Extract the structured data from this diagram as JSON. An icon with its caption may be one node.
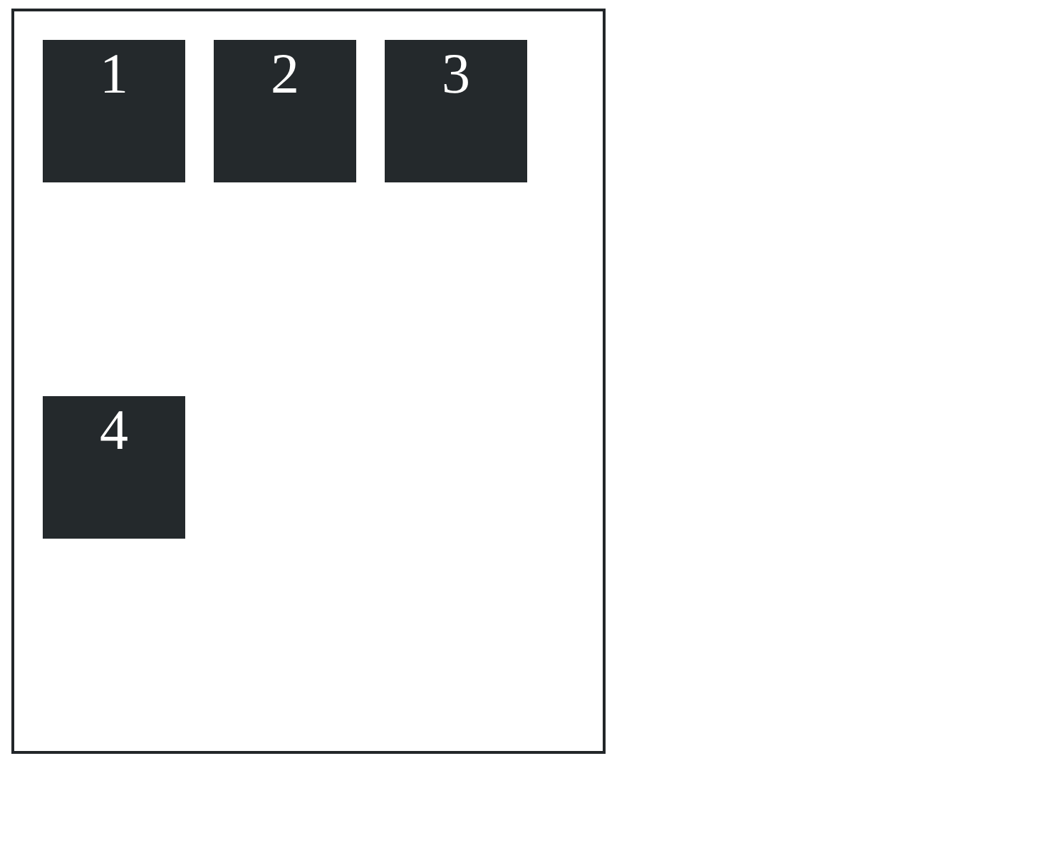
{
  "diagram": {
    "nodes": [
      {
        "text": [],
        "shape": "box"
      },
      {
        "text": [
          "1"
        ],
        "in": 0
      },
      {
        "text": [
          "2"
        ],
        "in": 0
      },
      {
        "text": [
          "3"
        ],
        "in": 0
      },
      {
        "text": [
          "4"
        ],
        "in": 0
      }
    ],
    "edges": []
  }
}
